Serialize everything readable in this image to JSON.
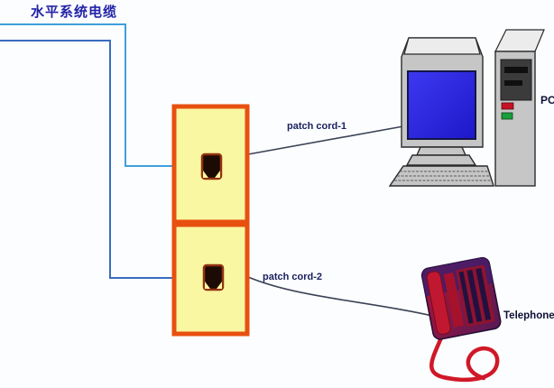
{
  "labels": {
    "horizontal_cable": "水平系统电缆",
    "patch_cord_1": "patch cord-1",
    "patch_cord_2": "patch cord-2",
    "pc": "PC",
    "telephone": "Telephone"
  },
  "icons": {
    "outlet_1": "wall-outlet-with-rj45-jack",
    "outlet_2": "wall-outlet-with-rj45-jack",
    "computer": "desktop-pc-with-crt-monitor-tower-keyboard",
    "phone": "red-telephone-with-curly-cord"
  },
  "colors": {
    "cable_cyan": "#3f9fdb",
    "cable_blue": "#3a6cc0",
    "cable_green": "#2e9f6a",
    "patch_cord": "#3a4356",
    "outlet_border": "#e8500f",
    "outlet_fill": "#f9f7a2",
    "jack_dark": "#1c0b05",
    "jack_rim": "#93320f",
    "screen_blue": "#2a25e8",
    "chassis_gray": "#c6c6c6",
    "phone_red": "#c01830",
    "phone_indigo": "#3c1e6e",
    "cord_red": "#d01828",
    "label_navy": "#1c2260",
    "title_blue": "#2323a8",
    "device_text": "#101038"
  }
}
